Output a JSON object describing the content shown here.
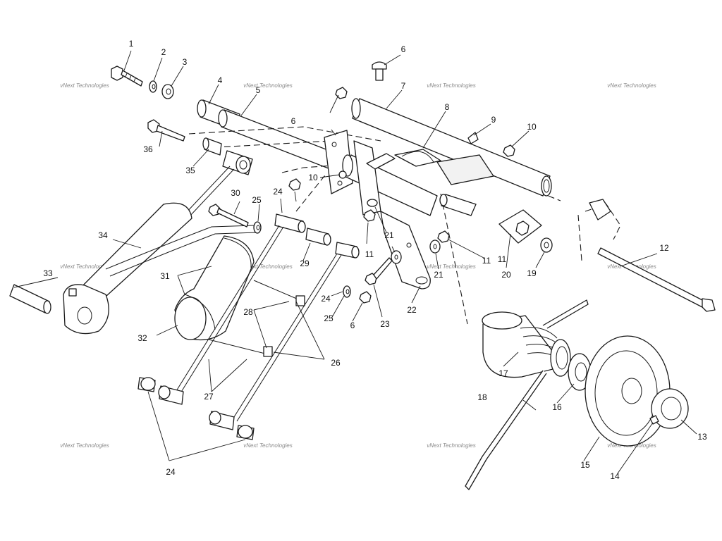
{
  "diagram": {
    "callouts": [
      "1",
      "2",
      "3",
      "4",
      "5",
      "6",
      "7",
      "8",
      "9",
      "10",
      "10",
      "11",
      "11",
      "11",
      "12",
      "13",
      "14",
      "15",
      "16",
      "17",
      "18",
      "19",
      "20",
      "21",
      "21",
      "22",
      "23",
      "24",
      "24",
      "24",
      "25",
      "25",
      "26",
      "27",
      "28",
      "29",
      "30",
      "31",
      "32",
      "33",
      "34",
      "35",
      "36",
      "6",
      "6"
    ],
    "watermark": "vNext Technologies"
  }
}
